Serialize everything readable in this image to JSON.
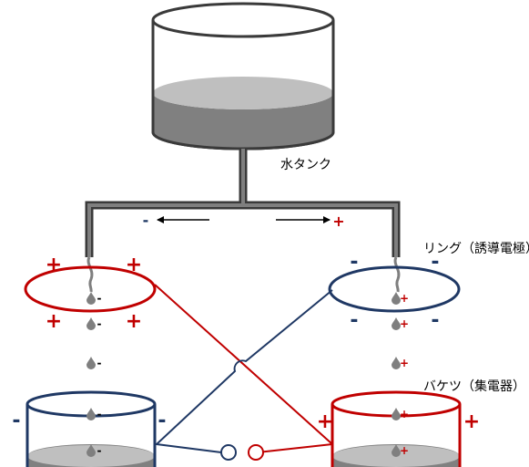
{
  "labels": {
    "tank": "水タンク",
    "ring": "リング（誘導電極）",
    "bucket": "バケツ（集電器）"
  },
  "charges": {
    "plus": "+",
    "minus": "-"
  },
  "colors": {
    "red": "#c00000",
    "blue": "#1f3864",
    "tank_outline": "#3a3a3a",
    "water": "#808080",
    "water_surface": "#bfbfbf",
    "pipe": "#595959"
  }
}
